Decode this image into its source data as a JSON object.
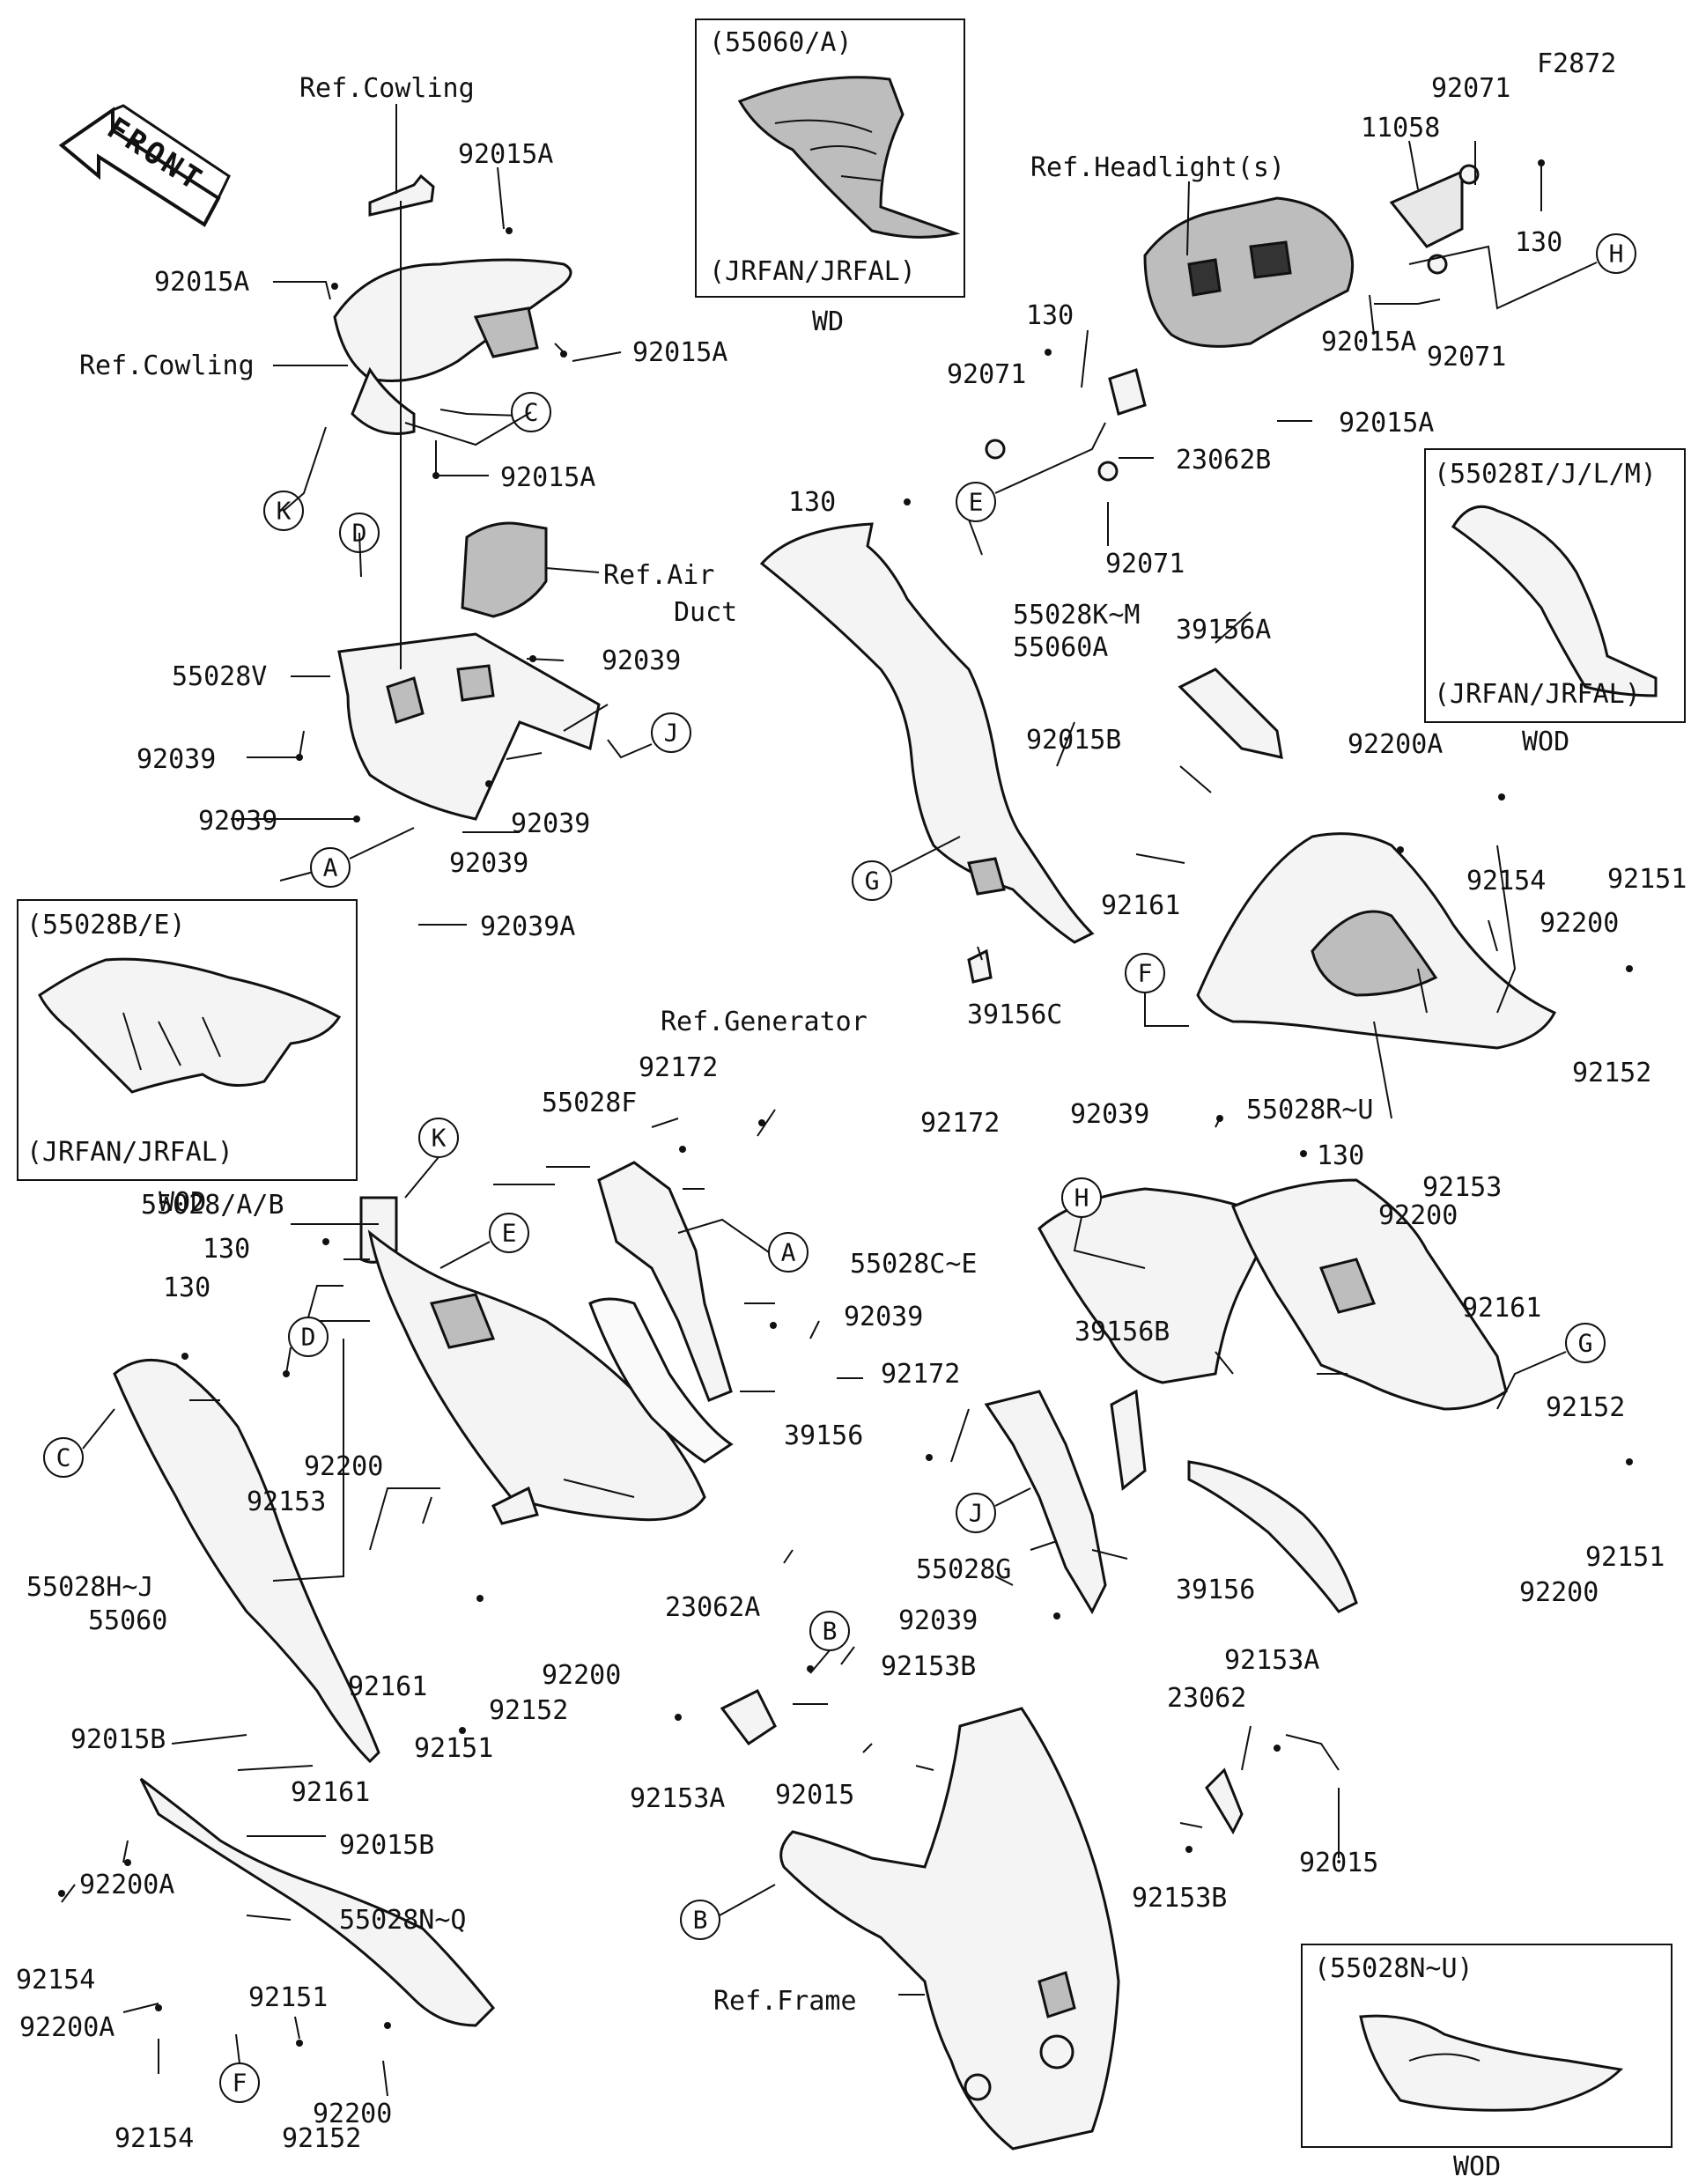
{
  "figure_id": "F2872",
  "front_label": "FRONT",
  "callouts": [
    {
      "id": "c-c1",
      "letter": "C"
    },
    {
      "id": "c-k1",
      "letter": "K"
    },
    {
      "id": "c-d1",
      "letter": "D"
    },
    {
      "id": "c-j1",
      "letter": "J"
    },
    {
      "id": "c-a1",
      "letter": "A"
    },
    {
      "id": "c-h1",
      "letter": "H"
    },
    {
      "id": "c-e1",
      "letter": "E"
    },
    {
      "id": "c-g1",
      "letter": "G"
    },
    {
      "id": "c-f1",
      "letter": "F"
    },
    {
      "id": "c-k2",
      "letter": "K"
    },
    {
      "id": "c-e2",
      "letter": "E"
    },
    {
      "id": "c-d2",
      "letter": "D"
    },
    {
      "id": "c-c2",
      "letter": "C"
    },
    {
      "id": "c-a2",
      "letter": "A"
    },
    {
      "id": "c-h2",
      "letter": "H"
    },
    {
      "id": "c-g2",
      "letter": "G"
    },
    {
      "id": "c-j2",
      "letter": "J"
    },
    {
      "id": "c-b1",
      "letter": "B"
    },
    {
      "id": "c-b2",
      "letter": "B"
    },
    {
      "id": "c-f2",
      "letter": "F"
    }
  ],
  "insets": {
    "wd_55060a": {
      "code": "(55060/A)",
      "variant": "(JRFAN/JRFAL)",
      "caption": "WD"
    },
    "wod_55028ijlm": {
      "code": "(55028I/J/L/M)",
      "variant": "(JRFAN/JRFAL)",
      "caption": "WOD"
    },
    "wod_55028be": {
      "code": "(55028B/E)",
      "variant": "(JRFAN/JRFAL)",
      "caption": "WOD"
    },
    "wod_55028nu": {
      "code": "(55028N~U)",
      "caption": "WOD"
    }
  },
  "labels": {
    "ref_cowling_top": "Ref.Cowling",
    "p92015a_1": "92015A",
    "p92015a_2": "92015A",
    "ref_cowling_mid": "Ref.Cowling",
    "p92015a_3": "92015A",
    "p92015a_4": "92015A",
    "ref_air": "Ref.Air",
    "ref_duct": "Duct",
    "p92039_1": "92039",
    "p55028v": "55028V",
    "p92039_2": "92039",
    "p92039_3": "92039",
    "p92039_4": "92039",
    "p92039_5": "92039",
    "p92039a": "92039A",
    "ref_headlight": "Ref.Headlight(s)",
    "p11058": "11058",
    "p92071_1": "92071",
    "p130_1": "130",
    "p92071_2": "92071",
    "p92015a_5": "92015A",
    "p130_2": "130",
    "p92071_3": "92071",
    "p92015a_6": "92015A",
    "p23062b": "23062B",
    "p92071_4": "92071",
    "p130_3": "130",
    "p55028km": "55028K~M",
    "p55060a": "55060A",
    "p39156a": "39156A",
    "p92015b_1": "92015B",
    "p92200a_1": "92200A",
    "p92154_1": "92154",
    "p92151_1": "92151",
    "p92161_1": "92161",
    "p92200_1": "92200",
    "p39156c": "39156C",
    "p92039_6": "92039",
    "p55028ru": "55028R~U",
    "p92152_1": "92152",
    "ref_generator": "Ref.Generator",
    "p92172_1": "92172",
    "p55028f": "55028F",
    "p92172_2": "92172",
    "p55028ab": "55028/A/B",
    "p130_4": "130",
    "p130_5": "130",
    "p92039_7": "92039",
    "p39156_1": "39156",
    "p92200_2": "92200",
    "p92153_1": "92153",
    "p55028hj": "55028H~J",
    "p55060": "55060",
    "p92161_2": "92161",
    "p92152_2": "92152",
    "p92200_3": "92200",
    "p92151_2": "92151",
    "p130_6": "130",
    "p92153_2": "92153",
    "p92200_4": "92200",
    "p55028ce": "55028C~E",
    "p39156b": "39156B",
    "p92172_3": "92172",
    "p92161_3": "92161",
    "p92152_3": "92152",
    "p92151_3": "92151",
    "p92200_5": "92200",
    "p55028g": "55028G",
    "p92039_8": "92039",
    "p39156_2": "39156",
    "p23062a": "23062A",
    "p92153b_1": "92153B",
    "p92153a_1": "92153A",
    "p92015_1": "92015",
    "p92153a_2": "92153A",
    "p23062": "23062",
    "p92153b_2": "92153B",
    "p92015_2": "92015",
    "p92015b_2": "92015B",
    "p92161_4": "92161",
    "p92015b_3": "92015B",
    "p92200a_2": "92200A",
    "p55028nq": "55028N~Q",
    "p92154_2": "92154",
    "p92200a_3": "92200A",
    "p92151_4": "92151",
    "p92200_6": "92200",
    "p92154_3": "92154",
    "p92152_4": "92152",
    "ref_frame": "Ref.Frame"
  }
}
